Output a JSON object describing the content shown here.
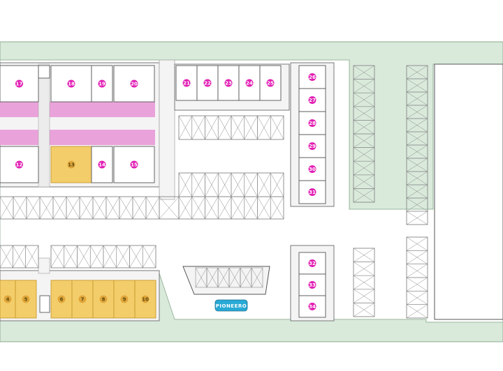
{
  "site": {
    "sign_label": "PIONEERO",
    "colors": {
      "green": "#d9eadb",
      "green_edge": "#9bb59e",
      "magenta": "#e21fb4",
      "pink_corridor": "#e9a3da",
      "yellow": "#f3cd6a",
      "yellow_edge": "#c79a2e",
      "unit_fill": "#ffffff",
      "unit_stroke": "#555555",
      "road": "#f4f4f4",
      "parking_stroke": "#888888",
      "sign_blue": "#28a9d6"
    },
    "units_top_row": [
      {
        "label": "17"
      },
      {
        "label": "18"
      },
      {
        "label": "19"
      },
      {
        "label": "20"
      }
    ],
    "units_mid_row": [
      {
        "label": "12"
      },
      {
        "label": "13",
        "highlight": "yellow"
      },
      {
        "label": "14"
      },
      {
        "label": "15"
      }
    ],
    "units_bottom_row": [
      {
        "label": "4",
        "highlight": "yellow"
      },
      {
        "label": "5",
        "highlight": "yellow"
      },
      {
        "label": "6",
        "highlight": "yellow"
      },
      {
        "label": "7",
        "highlight": "yellow"
      },
      {
        "label": "8",
        "highlight": "yellow"
      },
      {
        "label": "9",
        "highlight": "yellow"
      },
      {
        "label": "10",
        "highlight": "yellow"
      }
    ],
    "units_21_25": [
      {
        "label": "21"
      },
      {
        "label": "22"
      },
      {
        "label": "23"
      },
      {
        "label": "24"
      },
      {
        "label": "25"
      }
    ],
    "units_26_31": [
      {
        "label": "26"
      },
      {
        "label": "27"
      },
      {
        "label": "28"
      },
      {
        "label": "29"
      },
      {
        "label": "30"
      },
      {
        "label": "31"
      }
    ],
    "units_32_34": [
      {
        "label": "32"
      },
      {
        "label": "33"
      },
      {
        "label": "34"
      }
    ]
  }
}
